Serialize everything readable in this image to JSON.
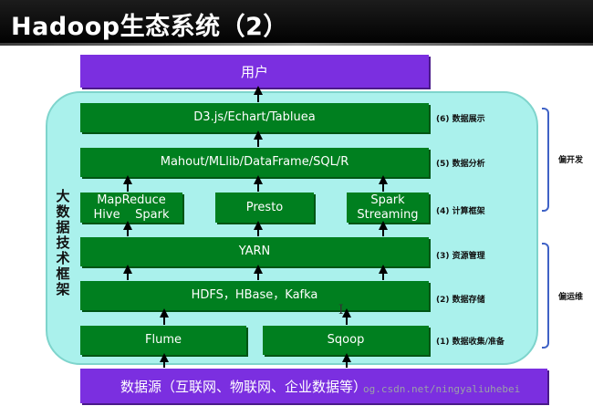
{
  "title": "Hadoop生态系统（2）",
  "vertical_label": [
    "大",
    "数",
    "据",
    "技",
    "术",
    "框",
    "架"
  ],
  "boxes": {
    "user": "用户",
    "viz": "D3.js/Echart/Tabluea",
    "analysis": "Mahout/MLlib/DataFrame/SQL/R",
    "mapreduce": "MapReduce\nHive    Spark",
    "presto": "Presto",
    "spark_streaming": "Spark\nStreaming",
    "yarn": "YARN",
    "storage": "HDFS，HBase，Kafka",
    "flume": "Flume",
    "sqoop": "Sqoop",
    "datasource": "数据源（互联网、物联网、企业数据等）"
  },
  "side_labels": {
    "viz": "(6) 数据展示",
    "analysis": "(5) 数据分析",
    "compute": "(4) 计算框架",
    "resource": "(3) 资源管理",
    "storage": "(2) 数据存储",
    "collect": "(1) 数据收集/准备"
  },
  "groups": {
    "dev": "偏开发",
    "ops": "偏运维"
  },
  "cursor_glyph": "I",
  "watermark": "og.csdn.net/ningyaliuhebei",
  "colors": {
    "purple": "#7b2fe0",
    "green": "#007f1f",
    "panel": "#aaf1ec",
    "brace": "#3f62c6",
    "arrow": "#000000"
  }
}
